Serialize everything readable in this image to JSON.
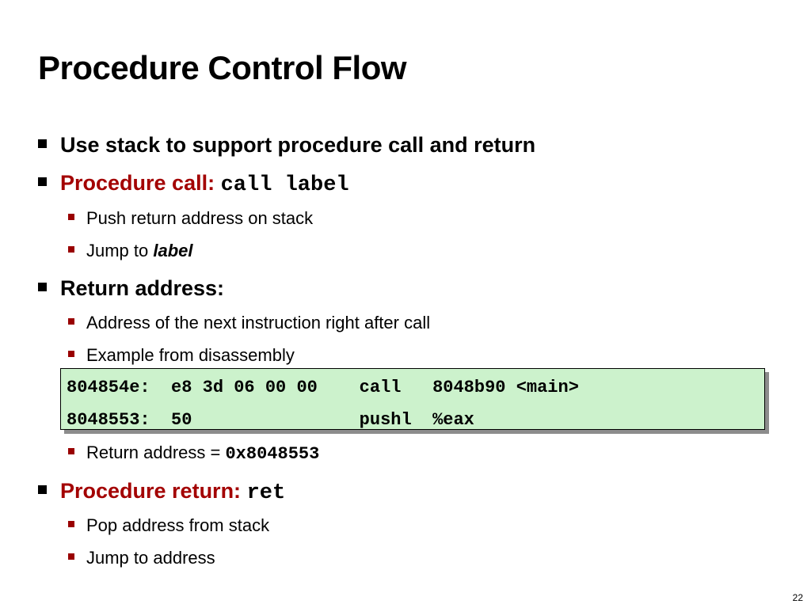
{
  "slide": {
    "title": "Procedure Control Flow",
    "page_number": "22",
    "bullets": {
      "b1": "Use stack to support procedure call and return",
      "b2_label": "Procedure call: ",
      "b2_code": "call label",
      "b2_sub1": "Push return address on stack",
      "b2_sub2_prefix": "Jump to ",
      "b2_sub2_em": "label",
      "b3": "Return address:",
      "b3_sub1": "Address of the next instruction right after call",
      "b3_sub2": "Example from disassembly",
      "b3_sub3_prefix": "Return address = ",
      "b3_sub3_code": "0x8048553",
      "b4_label": "Procedure return: ",
      "b4_code": "ret",
      "b4_sub1": "Pop address from stack",
      "b4_sub2": "Jump to address"
    },
    "code_lines": [
      "804854e:  e8 3d 06 00 00    call   8048b90 <main>",
      "8048553:  50                pushl  %eax"
    ]
  },
  "colors": {
    "accent_red": "#a30000",
    "code_background": "#ccf2cc"
  }
}
